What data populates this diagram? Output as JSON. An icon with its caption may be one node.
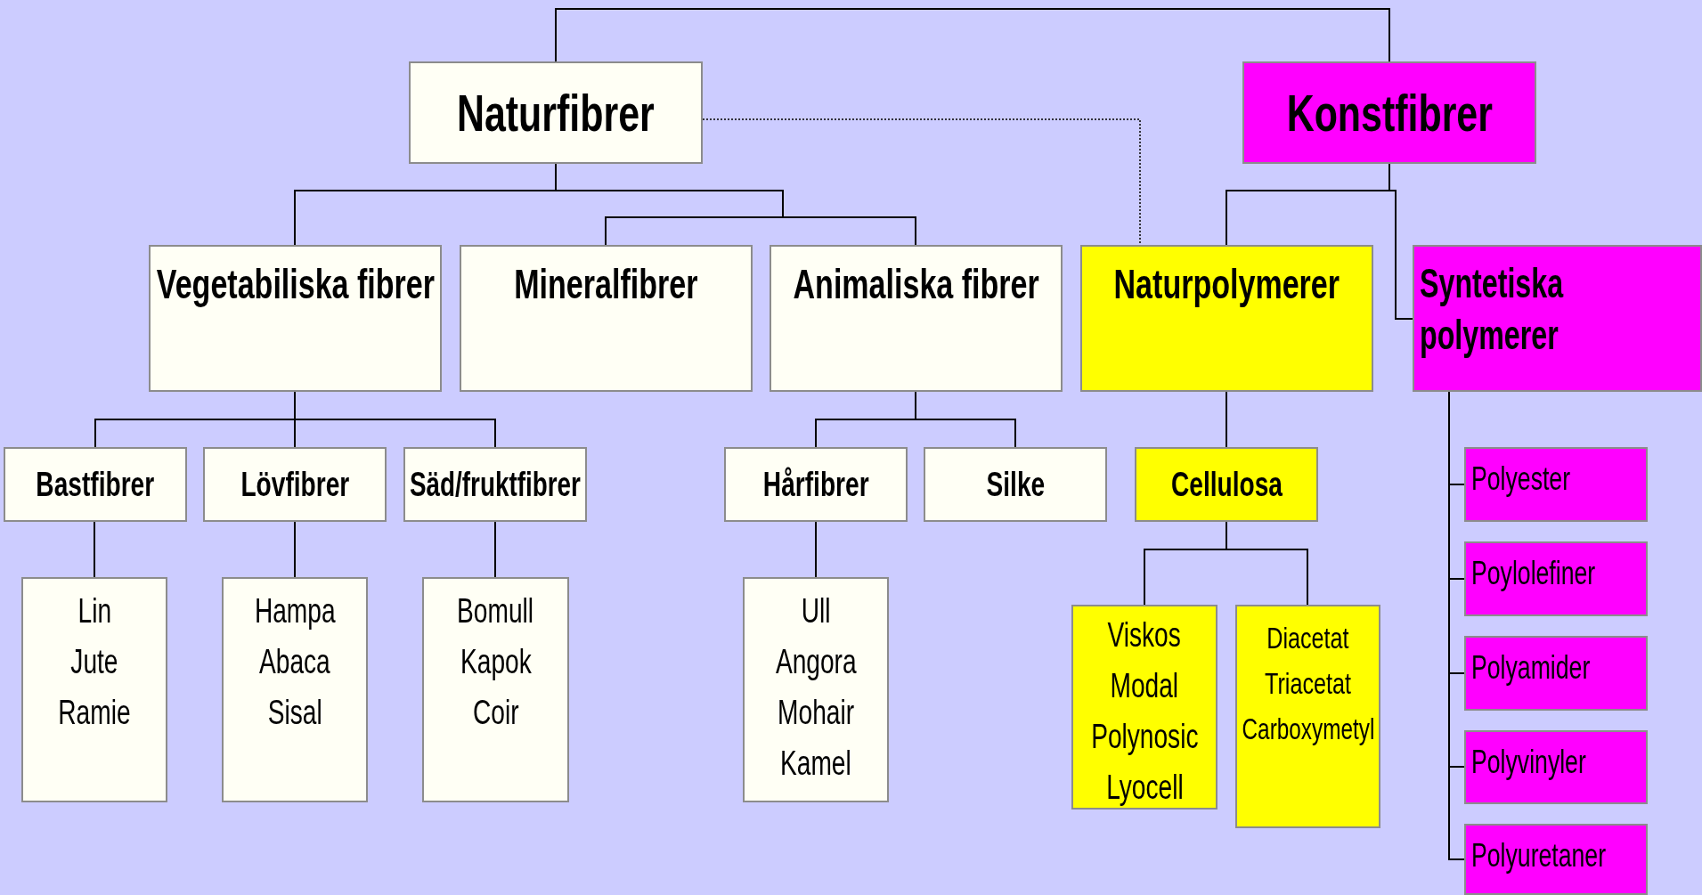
{
  "diagram": {
    "nodes": [
      {
        "text": [
          "Naturfibrer"
        ]
      },
      {
        "text": [
          "Konstfibrer"
        ]
      },
      {
        "text": [
          "Vegetabiliska fibrer"
        ]
      },
      {
        "text": [
          "Mineralfibrer"
        ]
      },
      {
        "text": [
          "Animaliska fibrer"
        ]
      },
      {
        "text": [
          "Naturpolymerer"
        ]
      },
      {
        "text": [
          "Syntetiska polymerer"
        ]
      },
      {
        "text": [
          "Bastfibrer"
        ]
      },
      {
        "text": [
          "Lövfibrer"
        ]
      },
      {
        "text": [
          "Säd/fruktfibrer"
        ]
      },
      {
        "text": [
          "Hårfibrer"
        ]
      },
      {
        "text": [
          "Silke"
        ]
      },
      {
        "text": [
          "Cellulosa"
        ]
      },
      {
        "text": [
          "Lin",
          "Jute",
          "Ramie"
        ]
      },
      {
        "text": [
          "Hampa",
          "Abaca",
          "Sisal"
        ]
      },
      {
        "text": [
          "Bomull",
          "Kapok",
          "Coir"
        ]
      },
      {
        "text": [
          "Ull",
          "Angora",
          "Mohair",
          "Kamel"
        ]
      },
      {
        "text": [
          "Viskos",
          "Modal",
          "Polynosic",
          "Lyocell"
        ]
      },
      {
        "text": [
          "Diacetat",
          "Triacetat",
          "Carboxymetyl"
        ]
      },
      {
        "text": [
          "Polyester"
        ]
      },
      {
        "text": [
          "Poylolefiner"
        ]
      },
      {
        "text": [
          "Polyamider"
        ]
      },
      {
        "text": [
          "Polyvinyler"
        ]
      },
      {
        "text": [
          "Polyuretaner"
        ]
      }
    ],
    "edges": [
      {
        "from": 0,
        "to": 1,
        "arrow": "none"
      },
      {
        "from": 0,
        "to": 2,
        "arrow": "none"
      },
      {
        "from": 0,
        "to": 3,
        "arrow": "none"
      },
      {
        "from": 0,
        "to": 4,
        "arrow": "none"
      },
      {
        "from": 0,
        "to": 5,
        "arrow": "none",
        "style": "dashed"
      },
      {
        "from": 1,
        "to": 5,
        "arrow": "none"
      },
      {
        "from": 1,
        "to": 6,
        "arrow": "none"
      },
      {
        "from": 2,
        "to": 7,
        "arrow": "none"
      },
      {
        "from": 2,
        "to": 8,
        "arrow": "none"
      },
      {
        "from": 2,
        "to": 9,
        "arrow": "none"
      },
      {
        "from": 4,
        "to": 10,
        "arrow": "none"
      },
      {
        "from": 4,
        "to": 11,
        "arrow": "none"
      },
      {
        "from": 5,
        "to": 12,
        "arrow": "none"
      },
      {
        "from": 7,
        "to": 13,
        "arrow": "none"
      },
      {
        "from": 8,
        "to": 14,
        "arrow": "none"
      },
      {
        "from": 9,
        "to": 15,
        "arrow": "none"
      },
      {
        "from": 10,
        "to": 16,
        "arrow": "none"
      },
      {
        "from": 12,
        "to": 17,
        "arrow": "none"
      },
      {
        "from": 12,
        "to": 18,
        "arrow": "none"
      },
      {
        "from": 6,
        "to": 19,
        "arrow": "none"
      },
      {
        "from": 6,
        "to": 20,
        "arrow": "none"
      },
      {
        "from": 6,
        "to": 21,
        "arrow": "none"
      },
      {
        "from": 6,
        "to": 22,
        "arrow": "none"
      },
      {
        "from": 6,
        "to": 23,
        "arrow": "none"
      }
    ]
  }
}
